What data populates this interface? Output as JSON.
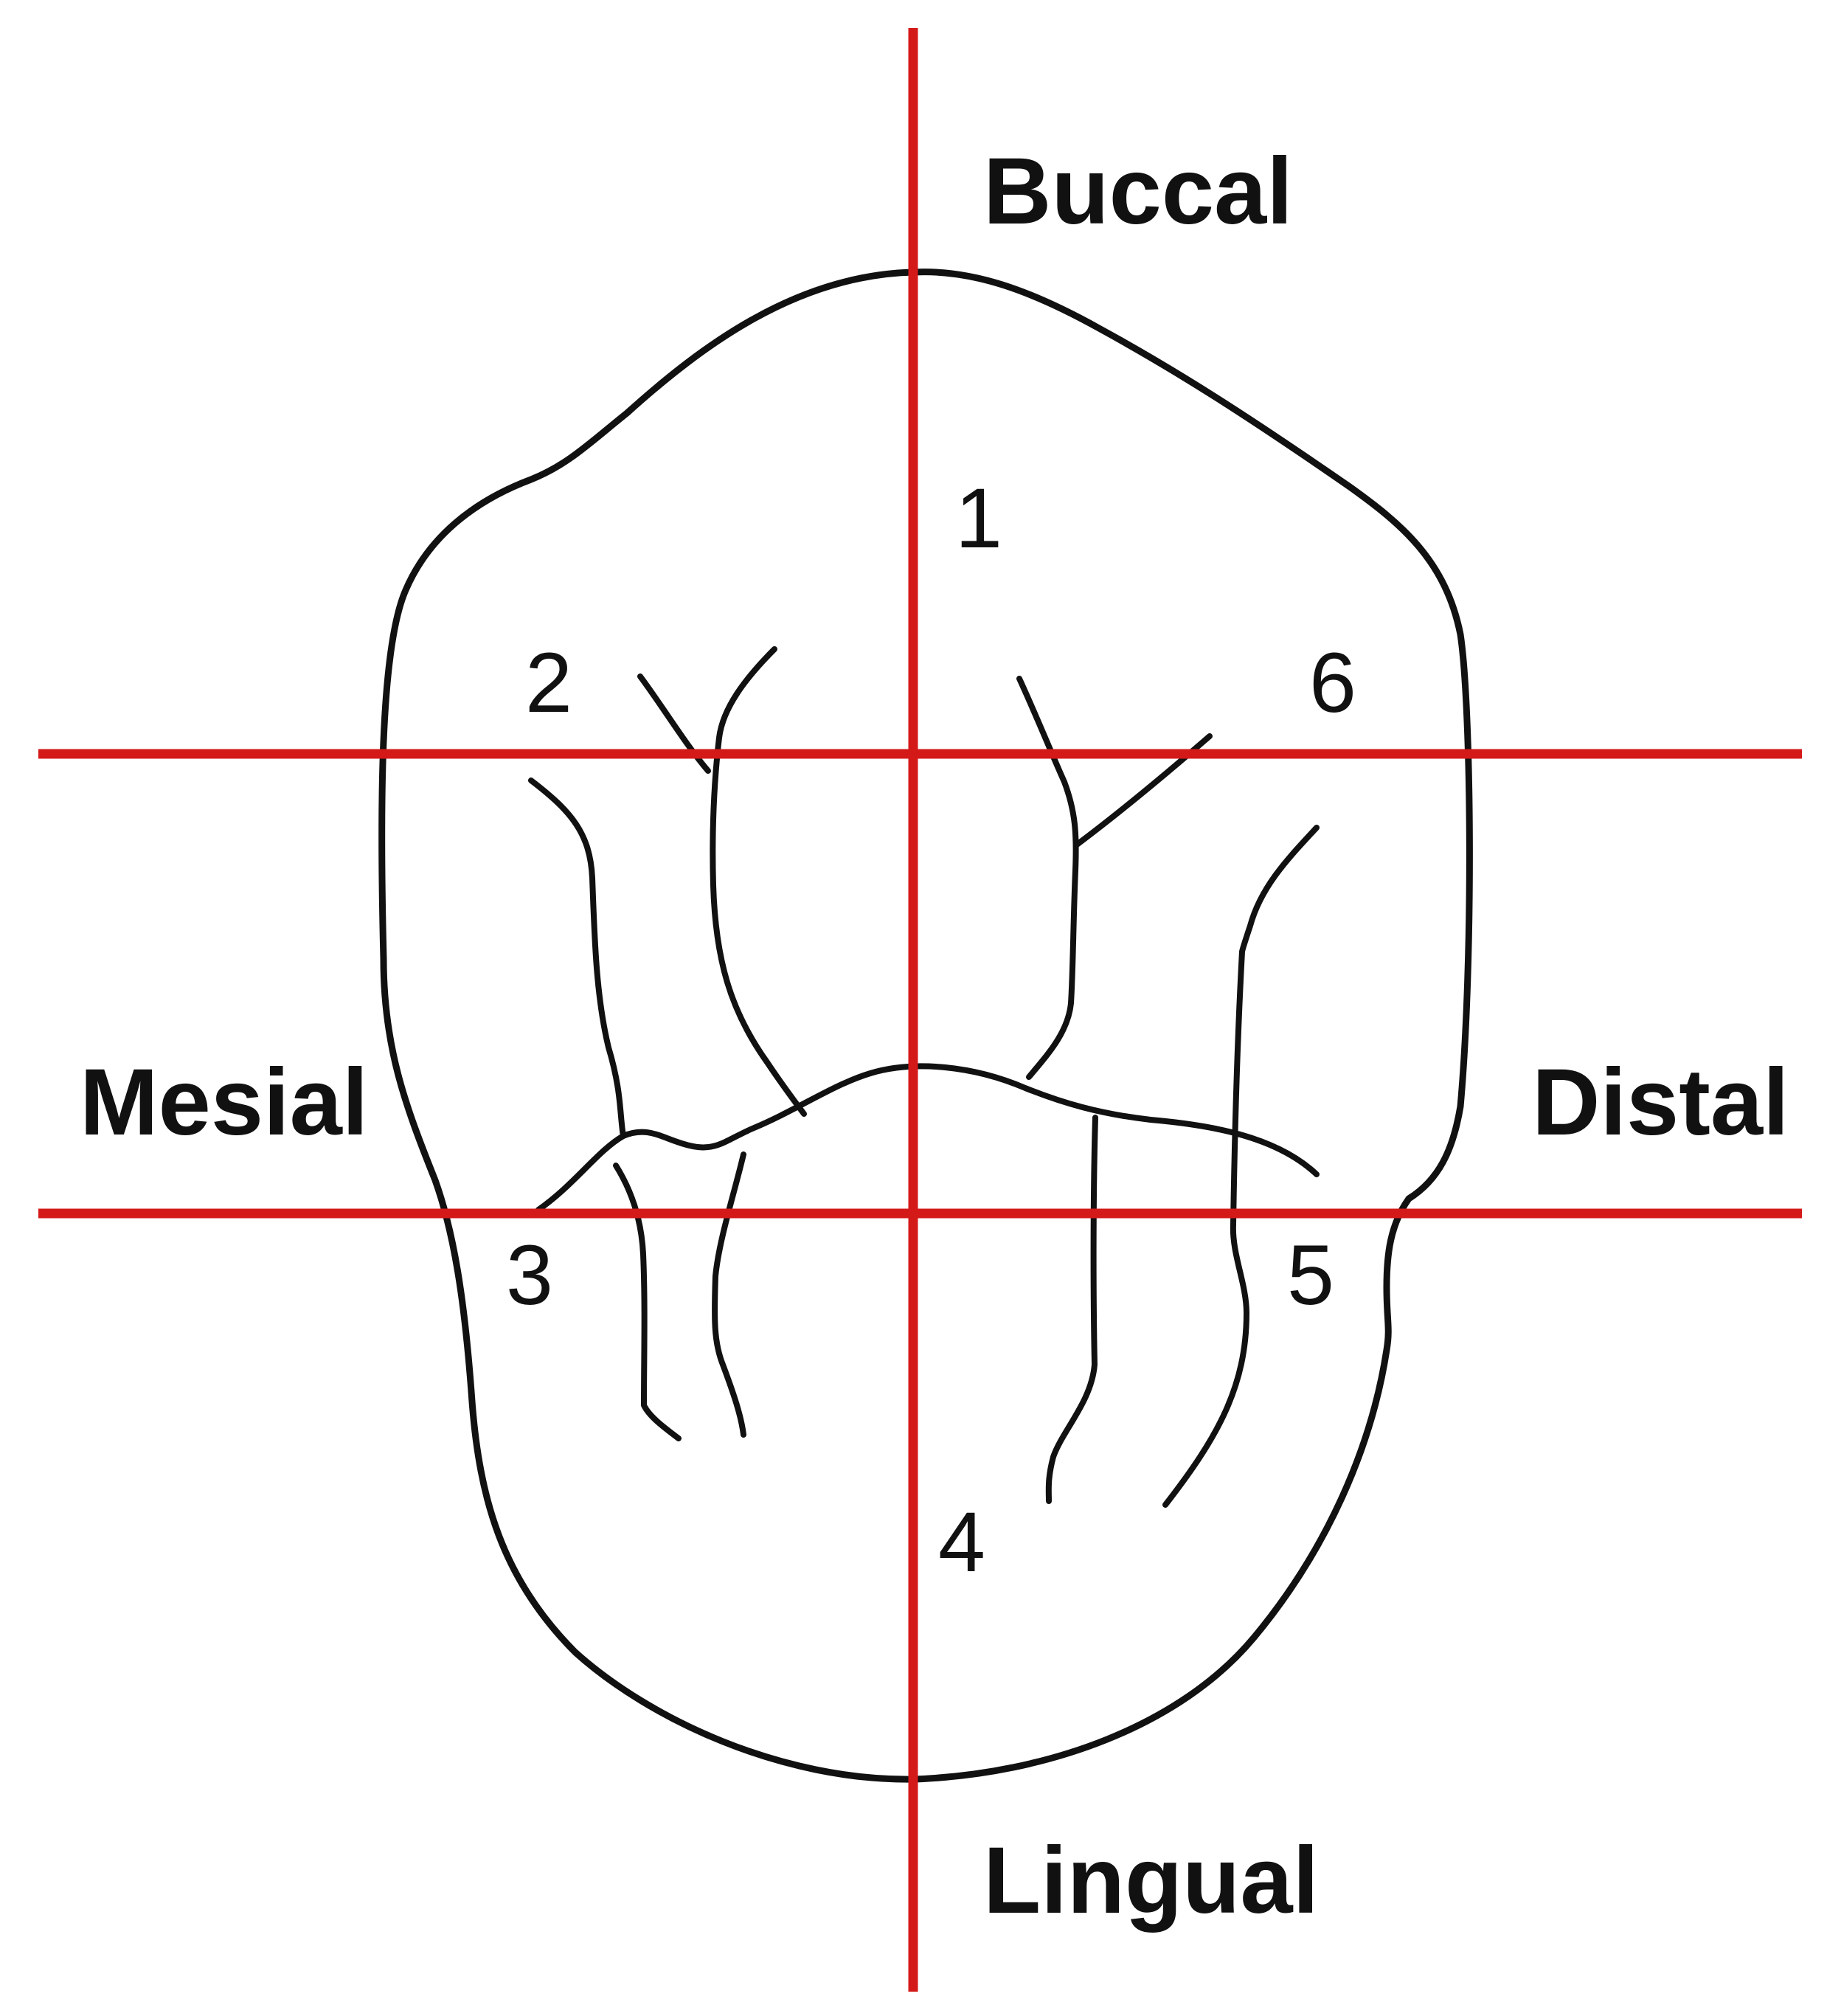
{
  "colors": {
    "axis": "#d41919",
    "outline": "#111111",
    "text": "#111111",
    "background": "#ffffff"
  },
  "labels": {
    "buccal": "Buccal",
    "lingual": "Lingual",
    "mesial": "Mesial",
    "distal": "Distal"
  },
  "points": [
    "1",
    "2",
    "3",
    "4",
    "5",
    "6"
  ]
}
